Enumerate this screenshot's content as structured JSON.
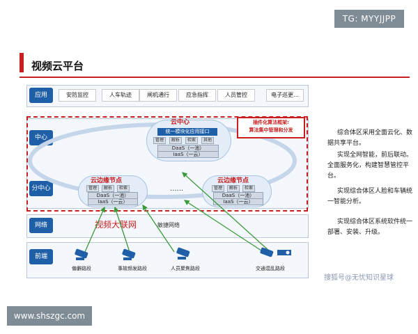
{
  "badge_top": "TG: MYYJJPP",
  "title": "视频云平台",
  "lanes": {
    "app": "应用",
    "center": "中心",
    "subcenter": "分中心",
    "network": "网络",
    "frontend": "前端"
  },
  "apps": [
    "安防监控",
    "人车轨迹",
    "闸机通行",
    "应急指挥",
    "人员管控",
    "电子巡更..."
  ],
  "plugin": {
    "line1": "插件化算法框架:",
    "line2": "算法集中管理和分发"
  },
  "cloud_center": {
    "title": "云中心",
    "bar": "统一模块化应用接口",
    "minis": [
      "管理",
      "解析",
      "检索",
      "其他"
    ],
    "daas": "DaaS（一池）",
    "iaas": "IaaS（一云）"
  },
  "edge_left": {
    "title": "云边缘节点",
    "minis": [
      "管理",
      "解析",
      "检索"
    ],
    "daas": "DaaS（一池）",
    "iaas": "IaaS（一云）"
  },
  "edge_right": {
    "title": "云边缘节点",
    "minis": [
      "管理",
      "解析",
      "检索"
    ],
    "daas": "DaaS（一池）",
    "iaas": "IaaS（一云）"
  },
  "ellipsis": "......",
  "network": {
    "big": "视频大联网",
    "small": "敏捷网络"
  },
  "devices": [
    "偏僻路段",
    "事故频发路段",
    "人员聚焦路段",
    "交通混乱路段"
  ],
  "description": [
    "综合体区采用全面云化、数据共享平台。",
    "实现全网智能，前后联动。全面服务化，构建智慧管控平台。",
    "实现综合体区人脸和车辆统一智能分析。",
    "实现综合体区系统软件统一部署、安装、升级。"
  ],
  "watermark": "搜狐号@无忧知识星球",
  "badge_bottom": "www.shszgc.com",
  "colors": {
    "accent": "#c81e1e",
    "lane_label": "#1e5fa8"
  }
}
